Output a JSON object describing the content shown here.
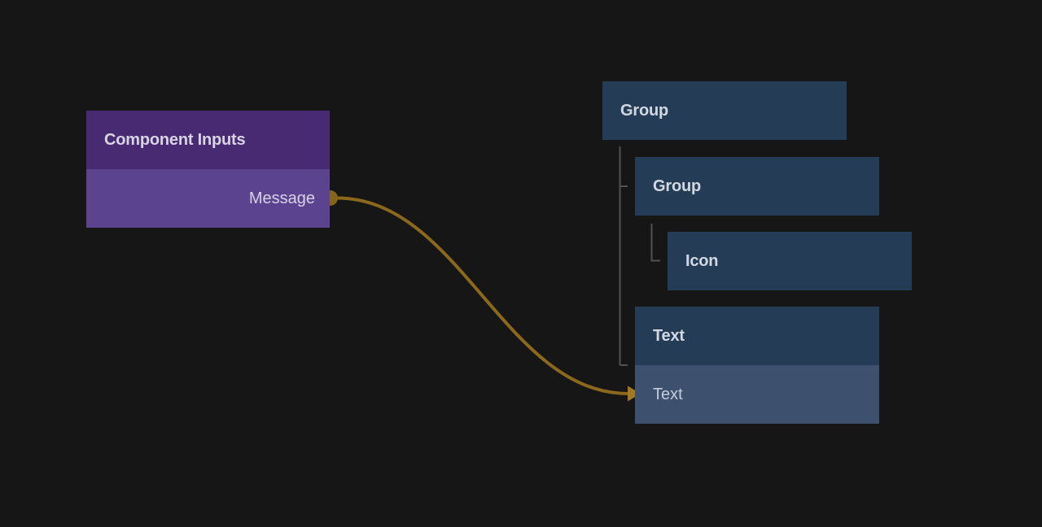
{
  "canvas": {
    "description": "Component property wiring canvas",
    "background_color": "#161616"
  },
  "colors": {
    "background": "#161616",
    "input_node_header_bg": "#472a71",
    "input_node_row_bg": "#5c4390",
    "layer_node_bg": "#243c56",
    "target_row_bg": "#3d516e",
    "tree_line": "#515151",
    "connection": "#8a681c",
    "connection_port": "#85651a",
    "connection_arrow": "#a3791f",
    "input_title_text": "#d8d4e4",
    "input_row_text": "#d8d2e6",
    "layer_title_text": "#d2d8e2",
    "target_row_text": "#c3ccda"
  },
  "component_inputs_node": {
    "title": "Component Inputs",
    "rows": [
      {
        "label": "Message",
        "port": "output-right"
      }
    ]
  },
  "layer_tree": {
    "nodes": [
      {
        "label": "Group",
        "depth": 0,
        "kind": "group"
      },
      {
        "label": "Group",
        "depth": 1,
        "kind": "group"
      },
      {
        "label": "Icon",
        "depth": 2,
        "kind": "layer"
      },
      {
        "label": "Text",
        "depth": 1,
        "kind": "layer"
      },
      {
        "label": "Text",
        "depth": 1,
        "kind": "target-row"
      }
    ]
  },
  "connection": {
    "from": "Message",
    "to": "Text"
  }
}
